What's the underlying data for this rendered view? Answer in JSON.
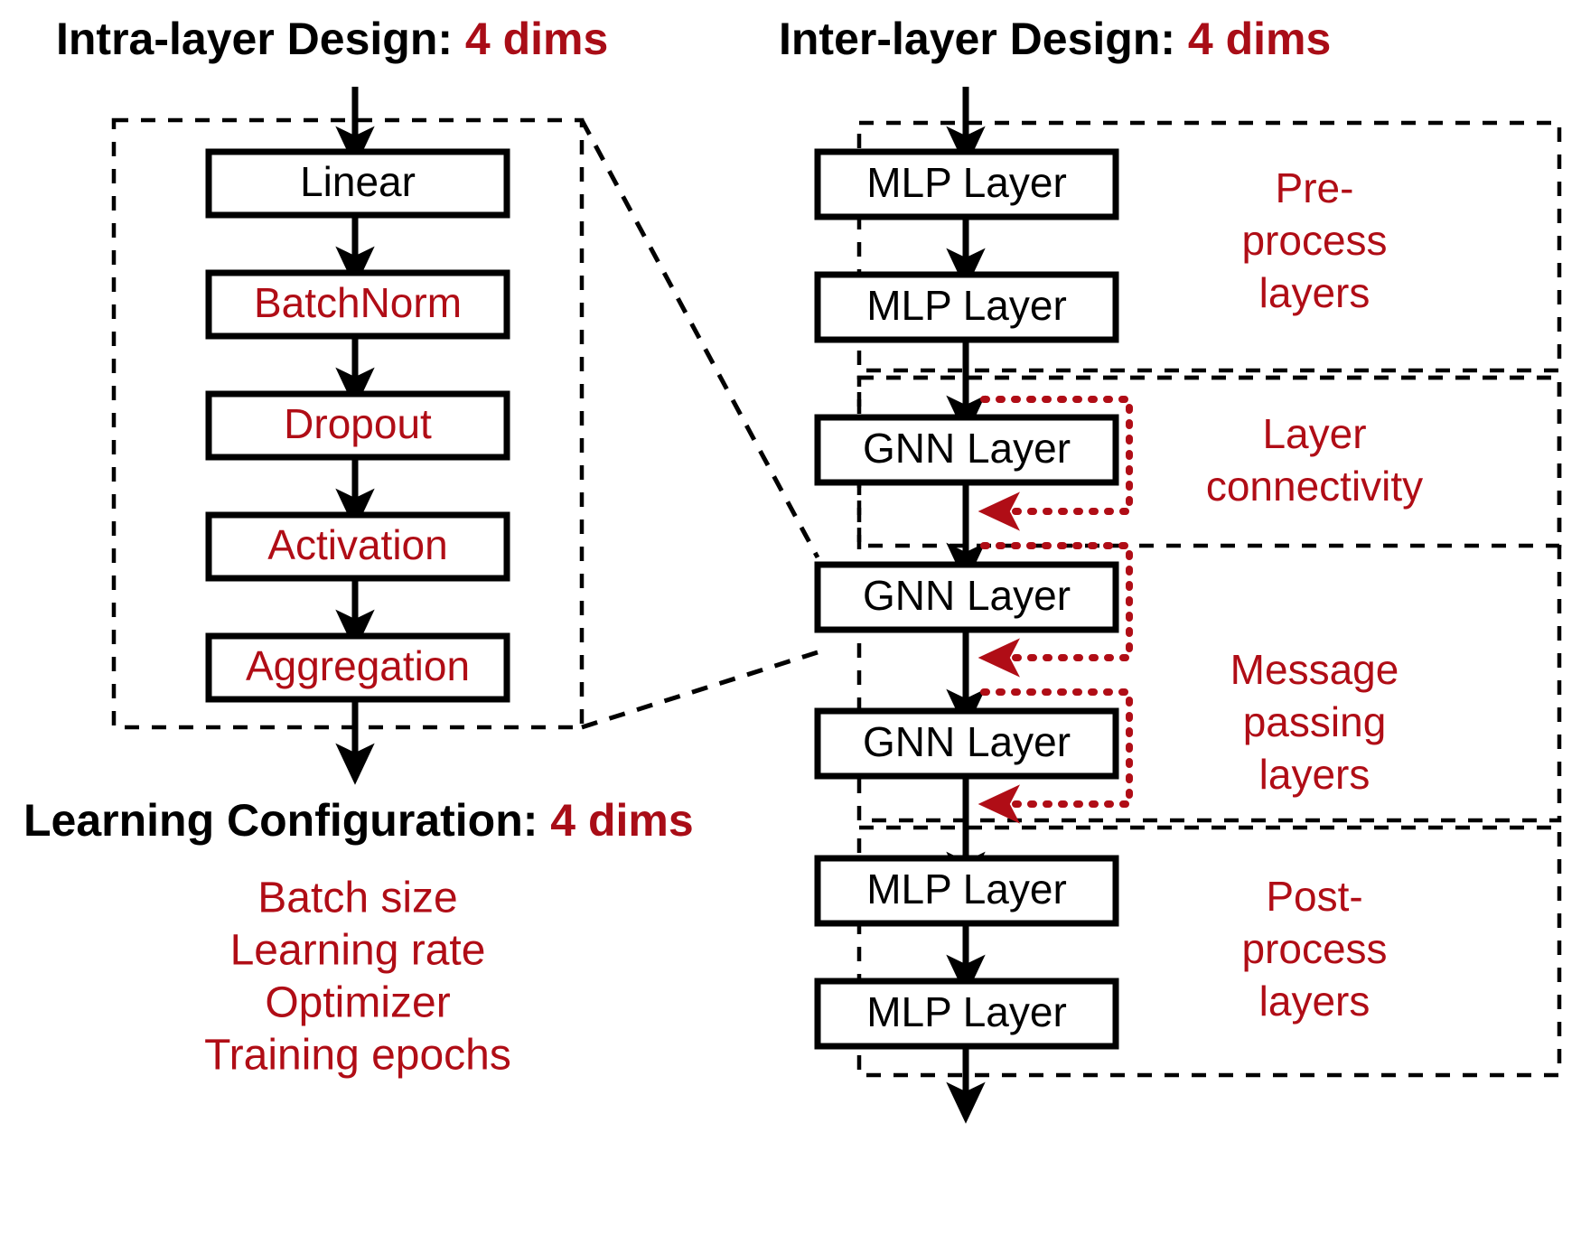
{
  "headings": {
    "intra": {
      "prefix": "Intra-layer Design: ",
      "accent": "4 dims"
    },
    "inter": {
      "prefix": "Inter-layer Design: ",
      "accent": "4 dims"
    },
    "learning": {
      "prefix": "Learning Configuration: ",
      "accent": "4 dims"
    }
  },
  "intra_layer": {
    "blocks": [
      {
        "label": "Linear",
        "color": "#000000"
      },
      {
        "label": "BatchNorm",
        "color": "#b00d16"
      },
      {
        "label": "Dropout",
        "color": "#b00d16"
      },
      {
        "label": "Activation",
        "color": "#b00d16"
      },
      {
        "label": "Aggregation",
        "color": "#b00d16"
      }
    ]
  },
  "learning_configuration": {
    "items": [
      "Batch size",
      "Learning rate",
      "Optimizer",
      "Training epochs"
    ]
  },
  "inter_layer": {
    "groups": [
      {
        "id": "pre-process",
        "label_lines": [
          "Pre-",
          "process",
          "layers"
        ],
        "blocks": [
          {
            "label": "MLP Layer"
          },
          {
            "label": "MLP Layer"
          }
        ]
      },
      {
        "id": "layer-connectivity",
        "label_lines": [
          "Layer",
          "connectivity"
        ],
        "blocks": [
          {
            "label": "GNN Layer"
          }
        ]
      },
      {
        "id": "message-passing",
        "label_lines": [
          "Message",
          "passing",
          "layers"
        ],
        "blocks": [
          {
            "label": "GNN Layer"
          },
          {
            "label": "GNN Layer"
          }
        ]
      },
      {
        "id": "post-process",
        "label_lines": [
          "Post-",
          "process",
          "layers"
        ],
        "blocks": [
          {
            "label": "MLP Layer"
          },
          {
            "label": "MLP Layer"
          }
        ]
      }
    ],
    "skip_connections": 3
  },
  "colors": {
    "accent_red": "#b00d16",
    "text_black": "#000000",
    "background": "#ffffff"
  }
}
